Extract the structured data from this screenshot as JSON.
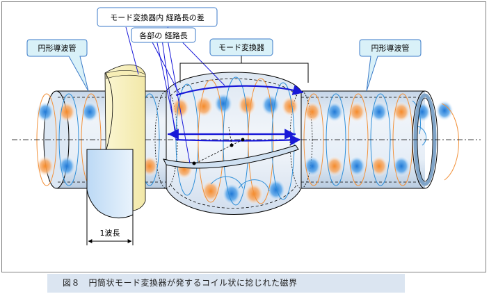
{
  "labels": {
    "path_difference": "モード変換器内 経路長の差",
    "path_lengths": "各部の 経路長",
    "mode_converter": "モード変換器",
    "waveguide_left": "円形導波管",
    "waveguide_right": "円形導波管",
    "wavelength": "1波長"
  },
  "caption": "図８　円筒状モード変換器が発するコイル状に捻じれた磁界",
  "colors": {
    "waveguide_fill": "#d5e2f0",
    "blue_field": "#3b8ee0",
    "orange_field": "#f59a46",
    "coil_blue": "#2f8fd8",
    "coil_orange": "#f2913a",
    "arrow": "#1818d8",
    "callout_fill": "#d9f1f8",
    "caption_bg": "#dbe5f1"
  }
}
